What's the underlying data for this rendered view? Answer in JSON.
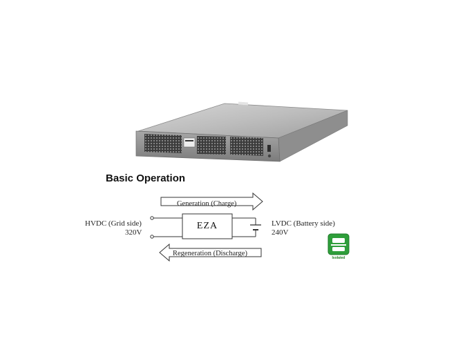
{
  "heading": "Basic Operation",
  "diagram": {
    "converter_label": "EZA",
    "forward_arrow_label": "Generation (Charge)",
    "reverse_arrow_label": "Regeneration (Discharge)",
    "left_terminal": {
      "title": "HVDC (Grid side)",
      "voltage": "320V"
    },
    "right_terminal": {
      "title": "LVDC (Battery side)",
      "voltage": "240V"
    }
  },
  "badge": {
    "text": "Isolated",
    "color": "#2e9e3a"
  },
  "colors": {
    "chassis": "#b9b9b9",
    "text": "#222222"
  }
}
